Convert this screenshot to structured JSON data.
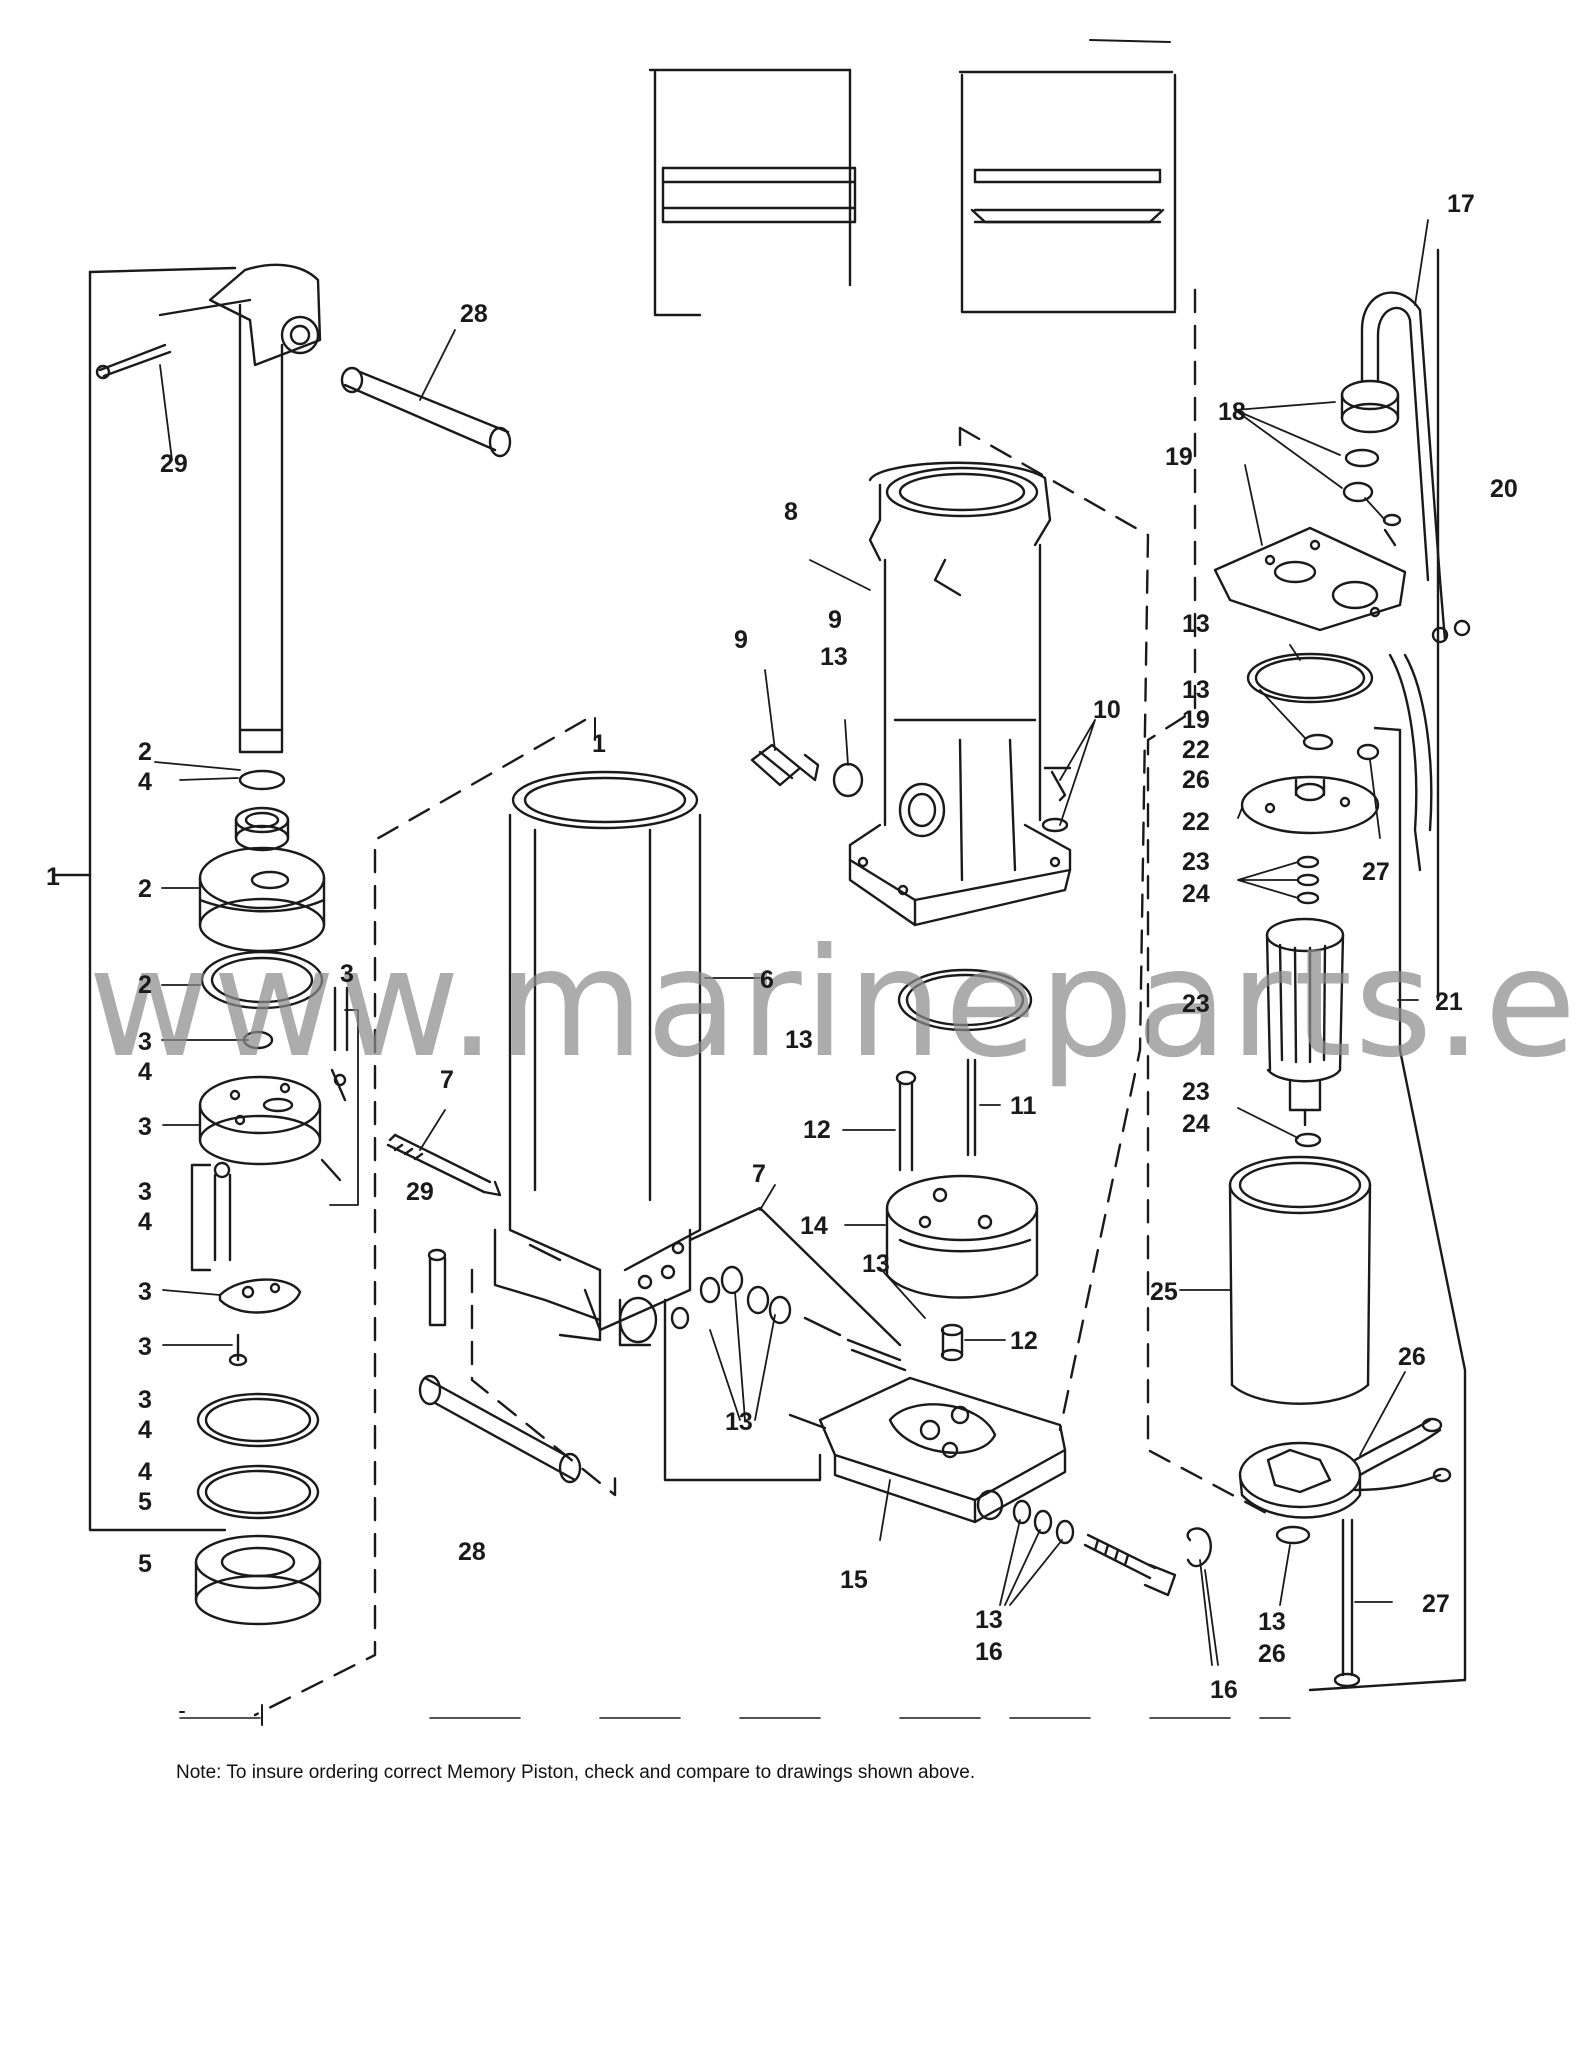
{
  "callouts": [
    {
      "id": "c-1-left",
      "text": "1"
    },
    {
      "id": "c-1-top",
      "text": "1"
    },
    {
      "id": "c-2-4a",
      "text": "2"
    },
    {
      "id": "c-2-4b",
      "text": "4"
    },
    {
      "id": "c-2-cap",
      "text": "2"
    },
    {
      "id": "c-2-ring",
      "text": "2"
    },
    {
      "id": "c-3-topright",
      "text": "3"
    },
    {
      "id": "c-3-4a",
      "text": "3"
    },
    {
      "id": "c-3-4b",
      "text": "4"
    },
    {
      "id": "c-3-piston",
      "text": "3"
    },
    {
      "id": "c-3-4c",
      "text": "3"
    },
    {
      "id": "c-3-4d",
      "text": "4"
    },
    {
      "id": "c-3-plate",
      "text": "3"
    },
    {
      "id": "c-3-screw",
      "text": "3"
    },
    {
      "id": "c-3-4e",
      "text": "3"
    },
    {
      "id": "c-3-4f",
      "text": "4"
    },
    {
      "id": "c-4-5a",
      "text": "4"
    },
    {
      "id": "c-4-5b",
      "text": "5"
    },
    {
      "id": "c-5",
      "text": "5"
    },
    {
      "id": "c-6",
      "text": "6"
    },
    {
      "id": "c-7-left",
      "text": "7"
    },
    {
      "id": "c-7-right",
      "text": "7"
    },
    {
      "id": "c-8",
      "text": "8"
    },
    {
      "id": "c-9-fitting",
      "text": "9"
    },
    {
      "id": "c-9-13a",
      "text": "9"
    },
    {
      "id": "c-9-13b",
      "text": "13"
    },
    {
      "id": "c-10",
      "text": "10"
    },
    {
      "id": "c-11",
      "text": "11"
    },
    {
      "id": "c-12-screw",
      "text": "12"
    },
    {
      "id": "c-12-pin",
      "text": "12"
    },
    {
      "id": "c-13-ring",
      "text": "13"
    },
    {
      "id": "c-13-oring",
      "text": "13"
    },
    {
      "id": "c-13-seals",
      "text": "13"
    },
    {
      "id": "c-13-pump",
      "text": "13"
    },
    {
      "id": "c-13-16a",
      "text": "13"
    },
    {
      "id": "c-13-16b",
      "text": "16"
    },
    {
      "id": "c-13-26a",
      "text": "13"
    },
    {
      "id": "c-13-26b",
      "text": "26"
    },
    {
      "id": "c-13-19-22-26a",
      "text": "13"
    },
    {
      "id": "c-13-19-22-26b",
      "text": "19"
    },
    {
      "id": "c-13-19-22-26c",
      "text": "22"
    },
    {
      "id": "c-13-19-22-26d",
      "text": "26"
    },
    {
      "id": "c-14",
      "text": "14"
    },
    {
      "id": "c-15",
      "text": "15"
    },
    {
      "id": "c-16",
      "text": "16"
    },
    {
      "id": "c-17",
      "text": "17"
    },
    {
      "id": "c-18",
      "text": "18"
    },
    {
      "id": "c-19",
      "text": "19"
    },
    {
      "id": "c-20",
      "text": "20"
    },
    {
      "id": "c-21",
      "text": "21"
    },
    {
      "id": "c-22",
      "text": "22"
    },
    {
      "id": "c-23-24a",
      "text": "23"
    },
    {
      "id": "c-23-24b",
      "text": "24"
    },
    {
      "id": "c-23-armature",
      "text": "23"
    },
    {
      "id": "c-23-24c",
      "text": "23"
    },
    {
      "id": "c-23-24d",
      "text": "24"
    },
    {
      "id": "c-25",
      "text": "25"
    },
    {
      "id": "c-26",
      "text": "26"
    },
    {
      "id": "c-27-top",
      "text": "27"
    },
    {
      "id": "c-27-bottom",
      "text": "27"
    },
    {
      "id": "c-28-top",
      "text": "28"
    },
    {
      "id": "c-28-bottom",
      "text": "28"
    },
    {
      "id": "c-29-top",
      "text": "29"
    },
    {
      "id": "c-29-bottom",
      "text": "29"
    }
  ],
  "watermark": "www.marineparts.eu",
  "note": "Note: To insure ordering correct Memory Piston, check and compare to drawings shown above."
}
